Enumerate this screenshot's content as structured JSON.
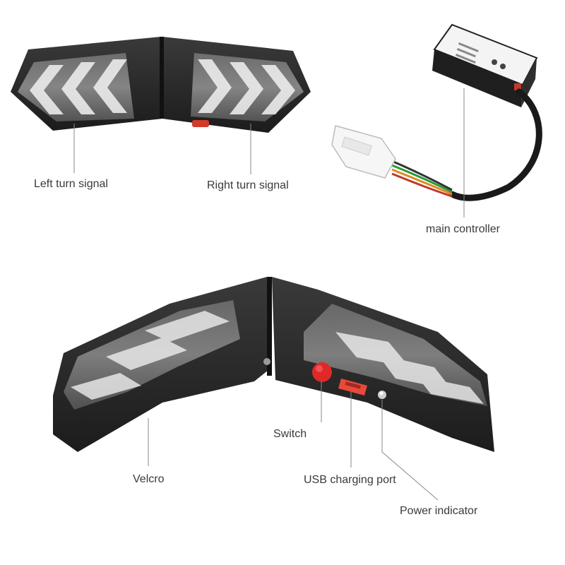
{
  "labels": {
    "left_turn_signal": "Left turn signal",
    "right_turn_signal": "Right turn signal",
    "main_controller": "main controller",
    "switch": "Switch",
    "velcro": "Velcro",
    "usb_charging_port": "USB charging port",
    "power_indicator": "Power indicator"
  },
  "colors": {
    "housing": "#2b2b2b",
    "lens": "#e8e8e8",
    "switch_button": "#e02828",
    "usb_port": "#e84a3a",
    "leader_line": "#8a8a8a"
  }
}
